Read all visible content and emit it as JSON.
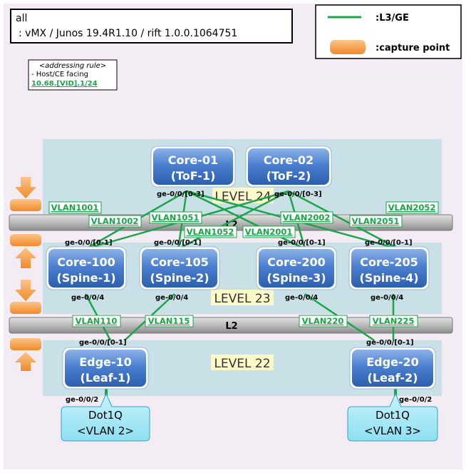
{
  "header": {
    "title": "all",
    "version_line": ":  vMX / Junos 19.4R1.10 / rift 1.0.0.1064751"
  },
  "legend": {
    "link_label": ":L3/GE",
    "capture_label": ":capture point",
    "link_color": "#1aa54a",
    "capture_color": "#f59a3c"
  },
  "addressing": {
    "title": "<addressing rule>",
    "line1": "- Host/CE facing",
    "line2": "10.68.[VID].1/24"
  },
  "levels": {
    "l24": "LEVEL 24",
    "l23": "LEVEL 23",
    "l22": "LEVEL 22"
  },
  "l2_bar_label": "L2",
  "nodes": {
    "core01": {
      "name": "Core-01",
      "role": "(ToF-1)"
    },
    "core02": {
      "name": "Core-02",
      "role": "(ToF-2)"
    },
    "core100": {
      "name": "Core-100",
      "role": "(Spine-1)"
    },
    "core105": {
      "name": "Core-105",
      "role": "(Spine-2)"
    },
    "core200": {
      "name": "Core-200",
      "role": "(Spine-3)"
    },
    "core205": {
      "name": "Core-205",
      "role": "(Spine-4)"
    },
    "edge10": {
      "name": "Edge-10",
      "role": "(Leaf-1)"
    },
    "edge20": {
      "name": "Edge-20",
      "role": "(Leaf-2)"
    }
  },
  "ports": {
    "core01": "ge-0/0/[0-3]",
    "core02": "ge-0/0/[0-3]",
    "core100_up": "ge-0/0/[0-1]",
    "core105_up": "ge-0/0/[0-1]",
    "core200_up": "ge-0/0/[0-1]",
    "core205_up": "ge-0/0/[0-1]",
    "core100_down": "ge-0/0/4",
    "core105_down": "ge-0/0/4",
    "core200_down": "ge-0/0/4",
    "core205_down": "ge-0/0/4",
    "edge10_up": "ge-0/0/[0-1]",
    "edge20_up": "ge-0/0/[0-1]",
    "edge10_down": "ge-0/0/2",
    "edge20_down": "ge-0/0/2"
  },
  "vlans": {
    "v1001": "VLAN1001",
    "v1002": "VLAN1002",
    "v1051": "VLAN1051",
    "v1052": "VLAN1052",
    "v2001": "VLAN2001",
    "v2002": "VLAN2002",
    "v2051": "VLAN2051",
    "v2052": "VLAN2052",
    "v110": "VLAN110",
    "v115": "VLAN115",
    "v220": "VLAN220",
    "v225": "VLAN225"
  },
  "hosts": {
    "h1": {
      "line1": "Dot1Q",
      "line2": "<VLAN 2>"
    },
    "h2": {
      "line1": "Dot1Q",
      "line2": "<VLAN 3>"
    }
  }
}
